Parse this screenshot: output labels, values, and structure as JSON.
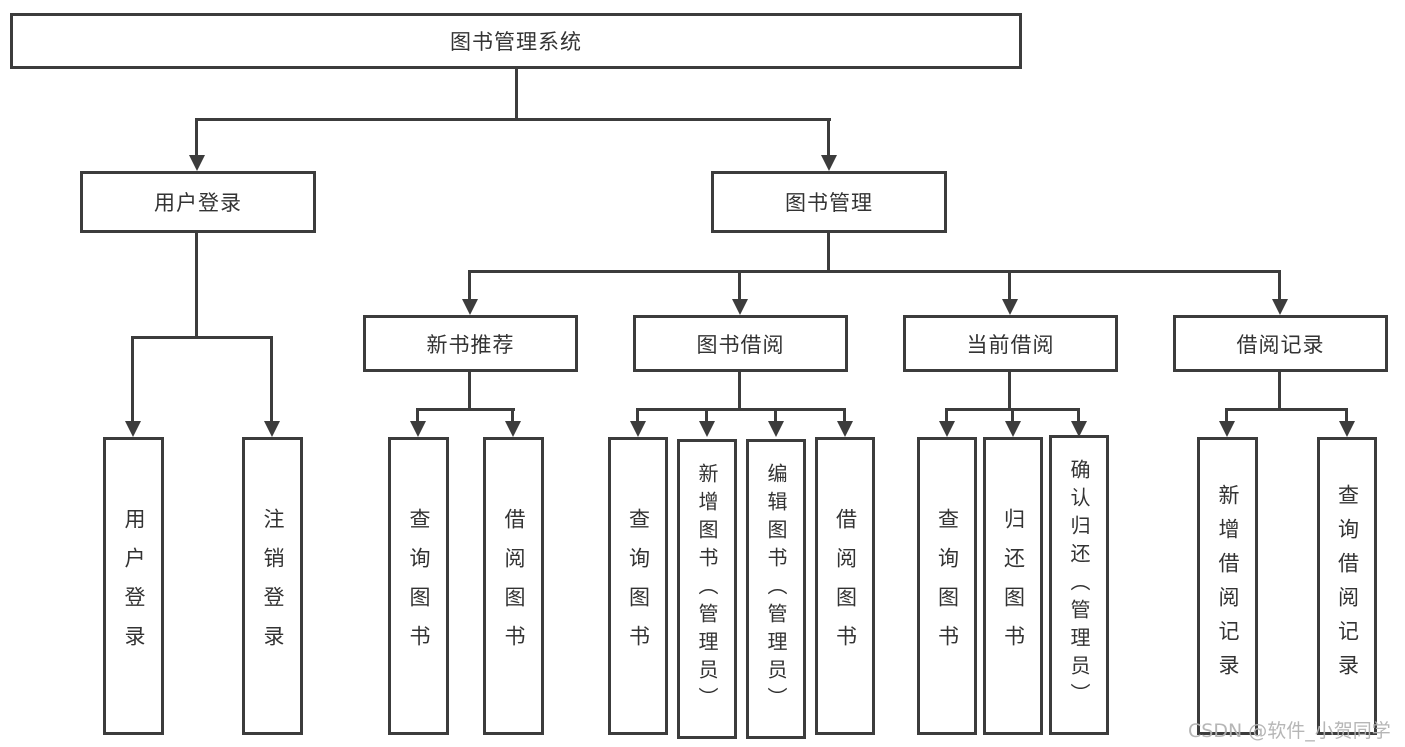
{
  "colors": {
    "line": "#3c3c3c",
    "text": "#333333",
    "background": "#ffffff",
    "watermark": "#b3b3b3"
  },
  "watermark": {
    "text": "CSDN @软件_小贺同学"
  },
  "tree": {
    "label": "图书管理系统",
    "children": [
      {
        "label": "用户登录",
        "children": [
          {
            "label": "用户登录"
          },
          {
            "label": "注销登录"
          }
        ]
      },
      {
        "label": "图书管理",
        "children": [
          {
            "label": "新书推荐",
            "children": [
              {
                "label": "查询图书"
              },
              {
                "label": "借阅图书"
              }
            ]
          },
          {
            "label": "图书借阅",
            "children": [
              {
                "label": "查询图书"
              },
              {
                "label": "新增图书（管理员）"
              },
              {
                "label": "编辑图书（管理员）"
              },
              {
                "label": "借阅图书"
              }
            ]
          },
          {
            "label": "当前借阅",
            "children": [
              {
                "label": "查询图书"
              },
              {
                "label": "归还图书"
              },
              {
                "label": "确认归还（管理员）"
              }
            ]
          },
          {
            "label": "借阅记录",
            "children": [
              {
                "label": "新增借阅记录"
              },
              {
                "label": "查询借阅记录"
              }
            ]
          }
        ]
      }
    ]
  }
}
